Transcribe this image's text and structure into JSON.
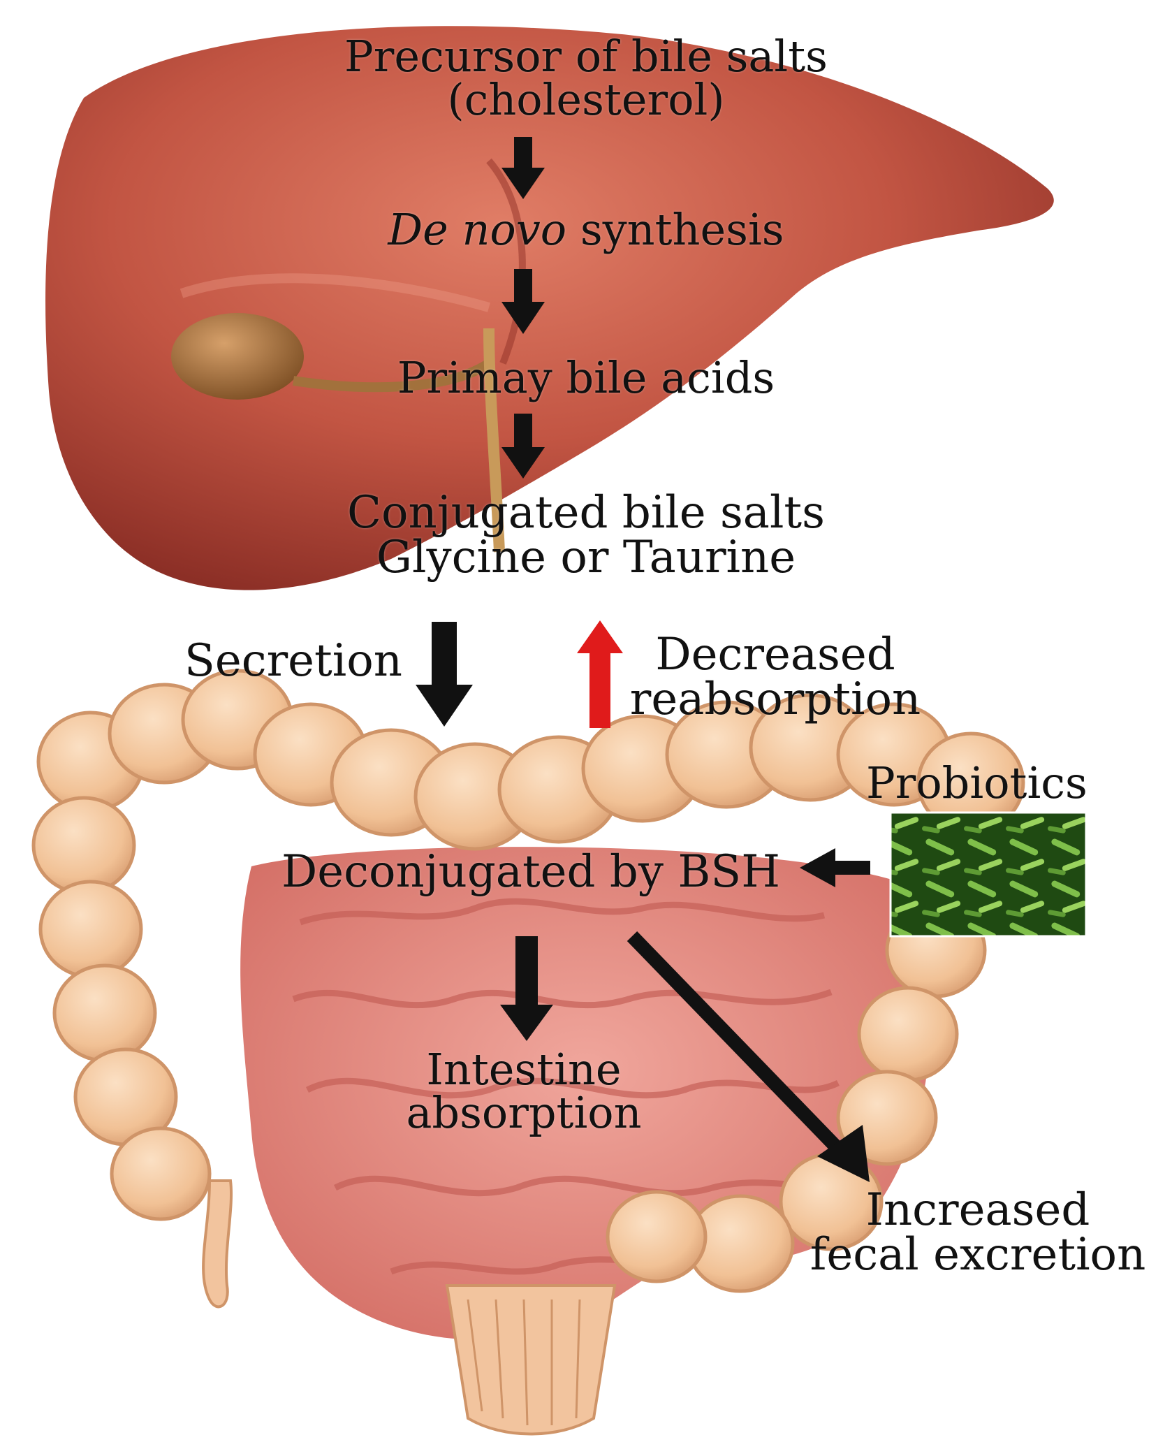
{
  "labels": {
    "precursor": [
      "Precursor of bile salts",
      "(cholesterol)"
    ],
    "de_novo_italic": "De novo",
    "de_novo_rest": " synthesis",
    "primary": "Primay bile acids",
    "conjugated": [
      "Conjugated bile salts",
      "Glycine or Taurine"
    ],
    "secretion": "Secretion",
    "decreased": [
      "Decreased",
      "reabsorption"
    ],
    "probiotics": "Probiotics",
    "deconjugated": "Deconjugated by BSH",
    "intestine": [
      "Intestine",
      "absorption"
    ],
    "increased": [
      "Increased",
      "fecal excretion"
    ]
  },
  "colors": {
    "liver": "#b84a3c",
    "liver_highlight": "#d9735f",
    "gallbladder": "#a2713c",
    "small_intestine": "#e2877f",
    "large_intestine": "#f2c49e",
    "large_intestine_shadow": "#d9a37a",
    "probiotic_green": "#2f6b1e",
    "arrow_black": "#111111",
    "arrow_red": "#e01b1b"
  },
  "icons": [
    "liver-illustration",
    "gallbladder-illustration",
    "intestine-illustration",
    "probiotics-bacteria-image"
  ]
}
